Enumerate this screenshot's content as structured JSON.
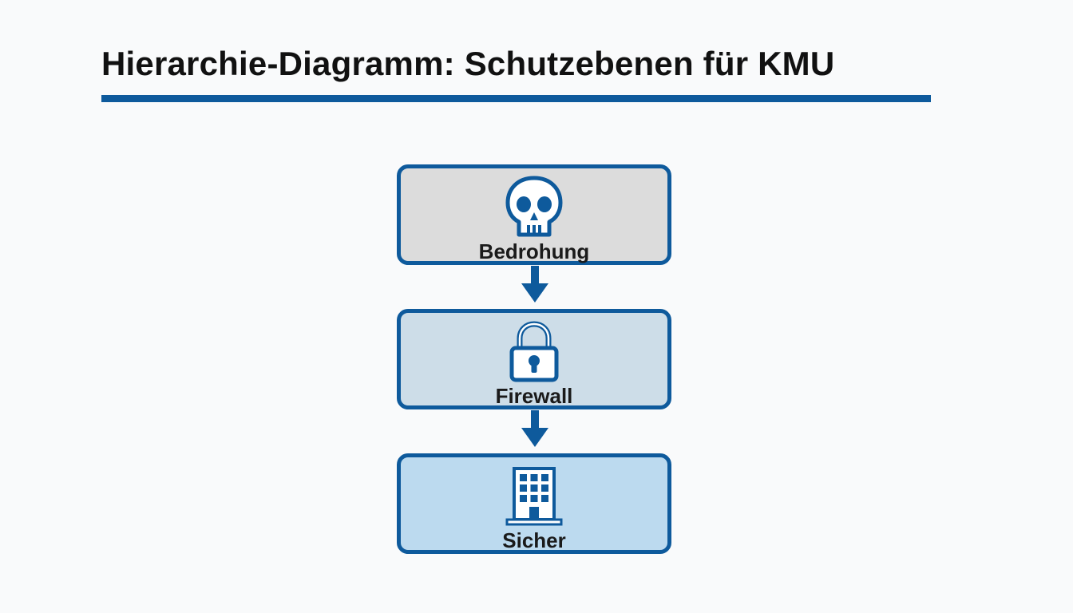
{
  "title": "Hierarchie-Diagramm: Schutzebenen für KMU",
  "colors": {
    "accent": "#0e5a9c",
    "threat_fill": "#dcdcdc",
    "firewall_fill": "#cddde8",
    "safe_fill": "#bcdaef"
  },
  "levels": [
    {
      "label": "Bedrohung",
      "icon": "skull-icon"
    },
    {
      "label": "Firewall",
      "icon": "padlock-icon"
    },
    {
      "label": "Sicher",
      "icon": "building-icon"
    }
  ]
}
